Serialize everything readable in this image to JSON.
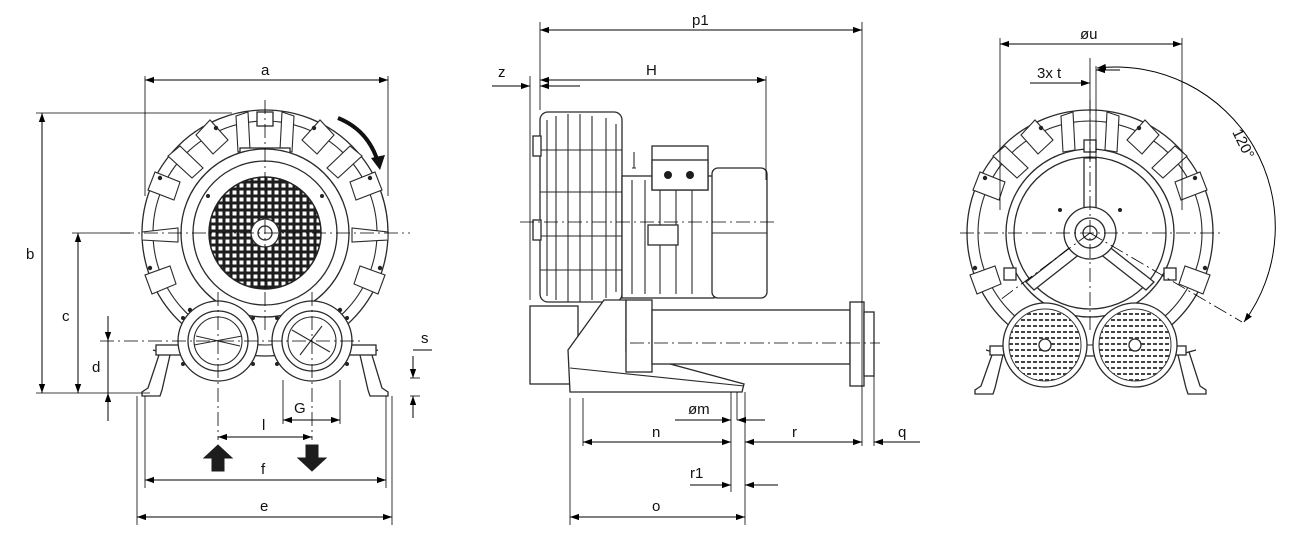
{
  "diagram": {
    "front_view": {
      "labels": {
        "a": "a",
        "b": "b",
        "c": "c",
        "d": "d",
        "s": "s",
        "G": "G",
        "l": "l",
        "f": "f",
        "e": "e"
      }
    },
    "side_view": {
      "labels": {
        "p1": "p1",
        "z": "z",
        "H": "H",
        "m": "øm",
        "n": "n",
        "r": "r",
        "q": "q",
        "r1": "r1",
        "o": "o"
      }
    },
    "rear_view": {
      "labels": {
        "u": "øu",
        "t": "3x t",
        "angle": "120°"
      }
    }
  }
}
